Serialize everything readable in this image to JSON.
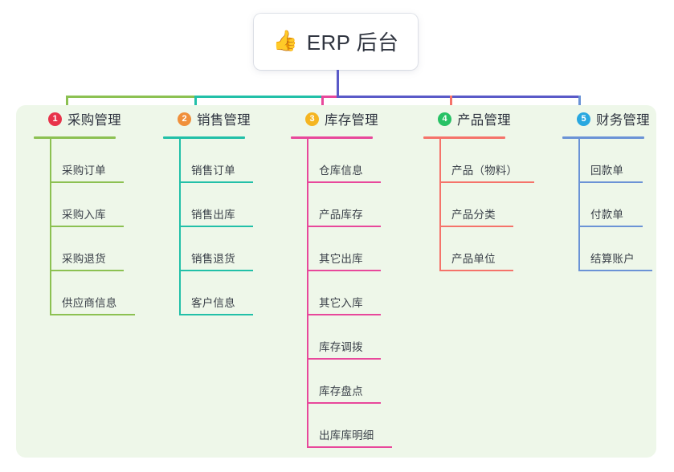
{
  "diagram": {
    "root": {
      "icon": "thumbs-up-icon",
      "icon_glyph": "👍",
      "label": "ERP 后台"
    },
    "panel_background": "#eef7e9",
    "root_connector_color": "#5a5ac8",
    "branches": [
      {
        "number": "1",
        "badge_color": "#e8334a",
        "line_color": "#8cc152",
        "label": "采购管理",
        "items": [
          {
            "label": "采购订单",
            "width": 92
          },
          {
            "label": "采购入库",
            "width": 92
          },
          {
            "label": "采购退货",
            "width": 92
          },
          {
            "label": "供应商信息",
            "width": 106
          }
        ]
      },
      {
        "number": "2",
        "badge_color": "#f0903b",
        "line_color": "#22c0a8",
        "label": "销售管理",
        "items": [
          {
            "label": "销售订单",
            "width": 92
          },
          {
            "label": "销售出库",
            "width": 92
          },
          {
            "label": "销售退货",
            "width": 92
          },
          {
            "label": "客户信息",
            "width": 92
          }
        ]
      },
      {
        "number": "3",
        "badge_color": "#f5b521",
        "line_color": "#e8489b",
        "label": "库存管理",
        "items": [
          {
            "label": "仓库信息",
            "width": 92
          },
          {
            "label": "产品库存",
            "width": 92
          },
          {
            "label": "其它出库",
            "width": 92
          },
          {
            "label": "其它入库",
            "width": 92
          },
          {
            "label": "库存调拨",
            "width": 92
          },
          {
            "label": "库存盘点",
            "width": 92
          },
          {
            "label": "出库库明细",
            "width": 106
          }
        ]
      },
      {
        "number": "4",
        "badge_color": "#27c265",
        "line_color": "#f5736a",
        "label": "产品管理",
        "items": [
          {
            "label": "产品（物料）",
            "width": 118
          },
          {
            "label": "产品分类",
            "width": 92
          },
          {
            "label": "产品单位",
            "width": 92
          }
        ]
      },
      {
        "number": "5",
        "badge_color": "#29a8e0",
        "line_color": "#6b93d6",
        "label": "财务管理",
        "items": [
          {
            "label": "回款单",
            "width": 80
          },
          {
            "label": "付款单",
            "width": 80
          },
          {
            "label": "结算账户",
            "width": 92
          }
        ]
      }
    ]
  }
}
